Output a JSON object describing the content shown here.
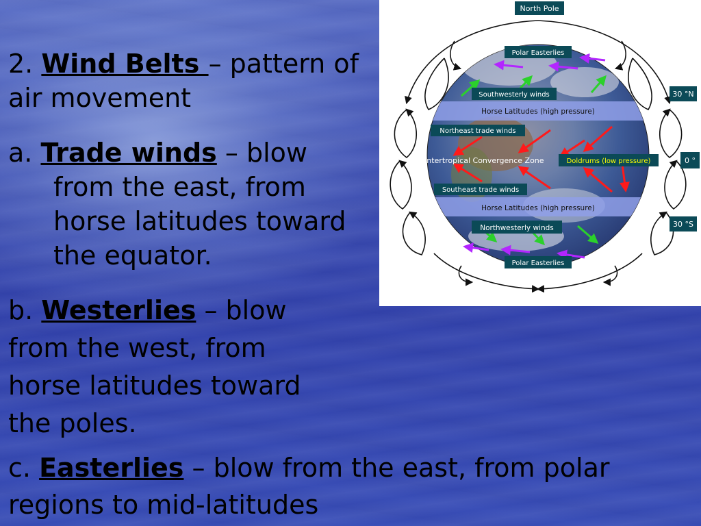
{
  "slide": {
    "p2": {
      "num": "2.",
      "term": "Wind Belts ",
      "rest": "– pattern of",
      "line2": "air movement"
    },
    "pa": {
      "num": "a.",
      "term": "Trade winds",
      "rest": " – blow",
      "l2": "from the east, from",
      "l3": "horse latitudes toward",
      "l4": "the equator."
    },
    "pb": {
      "num": "b.",
      "term": "Westerlies",
      "rest": " – blow",
      "l2": "from the west, from",
      "l3": "horse latitudes toward",
      "l4": "the poles."
    },
    "pc": {
      "num": "c.",
      "term": "Easterlies",
      "rest": " – blow from the east, from polar",
      "l2": "regions to mid-latitudes"
    }
  },
  "diagram": {
    "north_pole": "North Pole",
    "polar_easterlies_top": "Polar Easterlies",
    "southwesterly": "Southwesterly winds",
    "horse_top": "Horse Latitudes (high pressure)",
    "northeast_trade": "Northeast trade winds",
    "itcz": "Intertropical Convergence Zone",
    "doldrums": "Doldrums (low pressure)",
    "southeast_trade": "Southeast trade winds",
    "horse_bottom": "Horse Latitudes (high pressure)",
    "northwesterly": "Northwesterly winds",
    "polar_easterlies_bottom": "Polar Easterlies",
    "lat_30n": "30 °N",
    "lat_0": "0 °",
    "lat_30s": "30 °S",
    "colors": {
      "green": "#2bd12b",
      "red": "#ff1a1a",
      "purple": "#b326ff",
      "box": "#0b4a57",
      "yellow": "#ffff00"
    }
  }
}
